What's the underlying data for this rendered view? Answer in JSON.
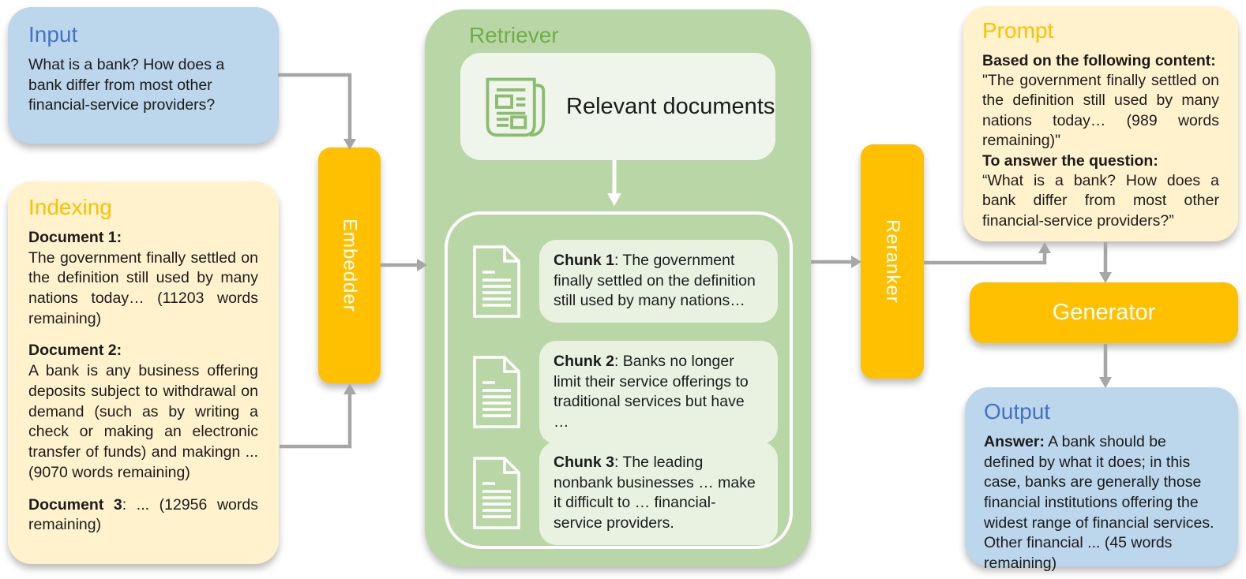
{
  "colors": {
    "blue_box": "#BCD6EC",
    "blue_title": "#4472C4",
    "cream_box": "#FFF2CC",
    "gold": "#FFC001",
    "green_box": "#B9D7A6",
    "green_title": "#6FAD47",
    "chunk_box": "#E9F2E0",
    "reldocs_box": "#EFF5EA",
    "icon_green": "#8CBB72",
    "arrow_gray": "#A6A6A6",
    "text_dark": "#1B1B1B"
  },
  "input": {
    "title": "Input",
    "text": "What is a bank? How does a bank differ from most other financial-service providers?"
  },
  "indexing": {
    "title": "Indexing",
    "documents": [
      {
        "label": "Document 1:",
        "text": "The government finally settled on the definition still used by many nations today… (11203 words remaining)"
      },
      {
        "label": "Document 2:",
        "text": "A bank is any business offering deposits subject to withdrawal on demand (such as by writing a check or making an electronic transfer of funds) and makingn ... (9070 words remaining)"
      },
      {
        "label": "Document 3",
        "text": ": ... (12956 words remaining)"
      }
    ]
  },
  "embedder": {
    "label": "Embedder"
  },
  "retriever": {
    "title": "Retriever",
    "relevant_documents_label": "Relevant documents",
    "icons": {
      "relevant_documents": "newspaper-icon",
      "chunk": "document-icon"
    },
    "chunks": [
      {
        "label": "Chunk 1",
        "text": ": The government finally settled on the definition still used by many nations…"
      },
      {
        "label": "Chunk 2",
        "text": ": Banks no longer limit their service offerings to traditional services but have …"
      },
      {
        "label": "Chunk 3",
        "text": ": The leading nonbank businesses … make it difficult to … financial-service providers."
      }
    ]
  },
  "reranker": {
    "label": "Reranker"
  },
  "prompt": {
    "title": "Prompt",
    "content_label": "Based on the following content:",
    "content_text": "\"The government finally settled on the definition still used by many nations today… (989 words remaining)\"",
    "question_label": "To answer the question:",
    "question_text": "“What is a bank? How does a bank differ from most other financial-service providers?”"
  },
  "generator": {
    "label": "Generator"
  },
  "output": {
    "title": "Output",
    "answer_label": "Answer:",
    "answer_text": " A bank should be defined by what it does; in this case, banks are generally those financial institutions offering the widest range of financial services. Other financial ... (45 words remaining)"
  }
}
